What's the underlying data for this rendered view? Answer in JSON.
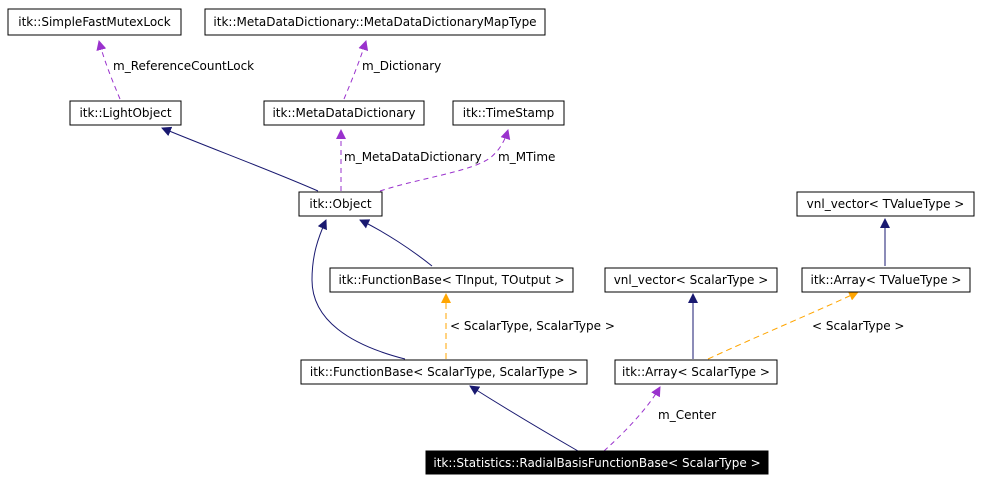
{
  "colors": {
    "inheritance": "#191970",
    "usage": "#9a32cd",
    "template": "#ffa500",
    "focus_fill": "#000000",
    "focus_text": "#ffffff"
  },
  "nodes": {
    "simple_fast_mutex_lock": "itk::SimpleFastMutexLock",
    "meta_data_dictionary_map_type": "itk::MetaDataDictionary::MetaDataDictionaryMapType",
    "light_object": "itk::LightObject",
    "meta_data_dictionary": "itk::MetaDataDictionary",
    "time_stamp": "itk::TimeStamp",
    "object": "itk::Object",
    "vnl_vector_tvaluetype": "vnl_vector< TValueType >",
    "function_base_tinput": "itk::FunctionBase< TInput, TOutput >",
    "vnl_vector_scalartype": "vnl_vector< ScalarType >",
    "array_tvaluetype": "itk::Array< TValueType >",
    "function_base_scalartype": "itk::FunctionBase< ScalarType, ScalarType >",
    "array_scalartype": "itk::Array< ScalarType >",
    "radial_basis_function_base": "itk::Statistics::RadialBasisFunctionBase< ScalarType >"
  },
  "edge_labels": {
    "reference_count_lock": "m_ReferenceCountLock",
    "dictionary": "m_Dictionary",
    "meta_data_dictionary": "m_MetaDataDictionary",
    "mtime": "m_MTime",
    "function_base_template": "< ScalarType, ScalarType >",
    "array_template": "< ScalarType >",
    "center": "m_Center"
  }
}
